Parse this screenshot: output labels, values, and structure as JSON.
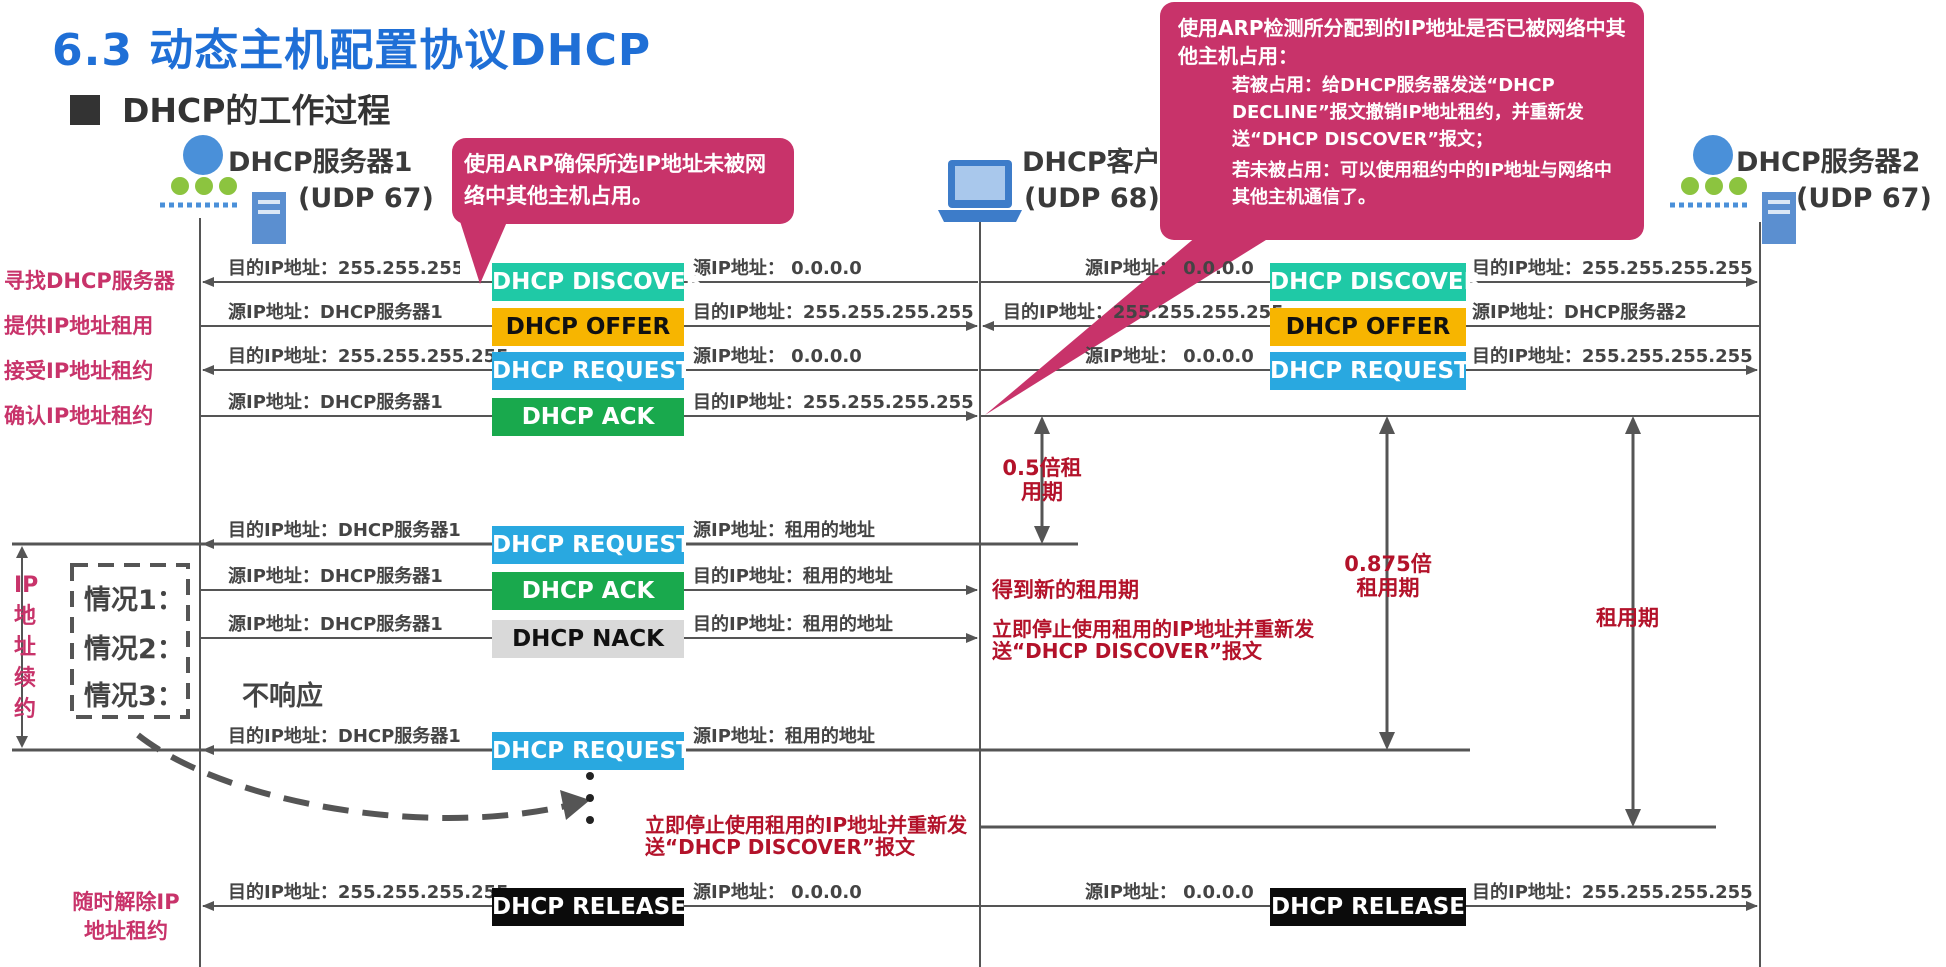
{
  "title": "6.3 动态主机配置协议DHCP",
  "subtitle": "DHCP的工作过程",
  "nodes": {
    "server1": {
      "name": "DHCP服务器1",
      "port": "(UDP 67)"
    },
    "client": {
      "name": "DHCP客户",
      "port": "(UDP 68)"
    },
    "server2": {
      "name": "DHCP服务器2",
      "port": "(UDP 67)"
    }
  },
  "steps": {
    "find": "寻找DHCP服务器",
    "offer": "提供IP地址租用",
    "accept": "接受IP地址租约",
    "confirm": "确认IP地址租约",
    "release": "随时解除IP地址租约"
  },
  "renew_label": "IP地址续约",
  "messages": {
    "discover": "DHCP DISCOVER",
    "offer": "DHCP OFFER",
    "request": "DHCP REQUEST",
    "ack": "DHCP ACK",
    "nack": "DHCP NACK",
    "release": "DHCP RELEASE"
  },
  "labels": {
    "dst_bcast": "目的IP地址：255.255.255.255",
    "src_zero": "源IP地址：   0.0.0.0",
    "src_server1": "源IP地址：DHCP服务器1",
    "src_server2": "源IP地址：DHCP服务器2",
    "dst_server1": "目的IP地址：DHCP服务器1",
    "src_leased": "源IP地址：租用的地址",
    "dst_leased": "目的IP地址：租用的地址"
  },
  "cases": {
    "c1": "情况1：",
    "c2": "情况2：",
    "c3": "情况3：",
    "no_response": "不响应"
  },
  "annotations": {
    "half_lease": "0.5倍租用期",
    "seven_eighths": "0.875倍租用期",
    "lease": "租用期",
    "new_lease": "得到新的租用期",
    "stop_rediscover": "立即停止使用租用的IP地址并重新发送“DHCP DISCOVER”报文"
  },
  "callouts": {
    "arp_ensure": "使用ARP确保所选IP地址未被网络中其他主机占用。",
    "arp_check_title": "使用ARP检测所分配到的IP地址是否已被网络中其他主机占用：",
    "arp_if_used": "若被占用：给DHCP服务器发送“DHCP DECLINE”报文撤销IP地址租约，并重新发送“DHCP DISCOVER”报文；",
    "arp_if_free": "若未被占用：可以使用租约中的IP地址与网络中其他主机通信了。"
  },
  "colors": {
    "title_blue": "#1f6fd6",
    "callout_pink": "#c8336a",
    "discover_teal": "#1fc9a6",
    "request_cyan": "#29a8e0",
    "offer_orange": "#f7b500",
    "ack_green": "#19a94d",
    "annotation_red": "#b3122a"
  }
}
